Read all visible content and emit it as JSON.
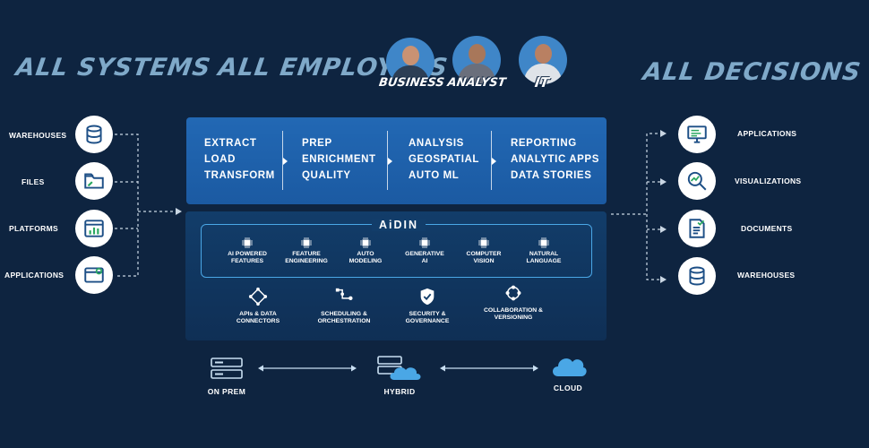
{
  "headings": {
    "systems": "ALL SYSTEMS",
    "employees": "ALL EMPLOYEES",
    "decisions": "ALL DECISIONS"
  },
  "personas": [
    {
      "label": "BUSINESS"
    },
    {
      "label": "ANALYST"
    },
    {
      "label": "IT"
    }
  ],
  "sources": [
    {
      "label": "WAREHOUSES",
      "icon": "database-icon"
    },
    {
      "label": "FILES",
      "icon": "folder-icon"
    },
    {
      "label": "PLATFORMS",
      "icon": "dashboard-window-icon"
    },
    {
      "label": "APPLICATIONS",
      "icon": "app-window-gear-icon"
    }
  ],
  "outputs": [
    {
      "label": "APPLICATIONS",
      "icon": "monitor-icon"
    },
    {
      "label": "VISUALIZATIONS",
      "icon": "magnifier-chart-icon"
    },
    {
      "label": "DOCUMENTS",
      "icon": "checklist-document-icon"
    },
    {
      "label": "WAREHOUSES",
      "icon": "database-icon"
    }
  ],
  "pipeline": [
    {
      "lines": [
        "EXTRACT",
        "LOAD",
        "TRANSFORM"
      ]
    },
    {
      "lines": [
        "PREP",
        "ENRICHMENT",
        "QUALITY"
      ]
    },
    {
      "lines": [
        "ANALYSIS",
        "GEOSPATIAL",
        "AUTO ML"
      ]
    },
    {
      "lines": [
        "REPORTING",
        "ANALYTIC APPS",
        "DATA STORIES"
      ]
    }
  ],
  "platform": {
    "name": "AiDIN",
    "features": [
      {
        "line1": "AI POWERED",
        "line2": "FEATURES"
      },
      {
        "line1": "FEATURE",
        "line2": "ENGINEERING"
      },
      {
        "line1": "AUTO",
        "line2": "MODELING"
      },
      {
        "line1": "GENERATIVE",
        "line2": "AI"
      },
      {
        "line1": "COMPUTER",
        "line2": "VISION"
      },
      {
        "line1": "NATURAL",
        "line2": "LANGUAGE"
      }
    ],
    "infrastructure": [
      {
        "line1": "APIs & DATA",
        "line2": "CONNECTORS",
        "icon": "network-nodes-icon"
      },
      {
        "line1": "SCHEDULING &",
        "line2": "ORCHESTRATION",
        "icon": "workflow-icon"
      },
      {
        "line1": "SECURITY &",
        "line2": "GOVERNANCE",
        "icon": "shield-check-icon"
      },
      {
        "line1": "COLLABORATION &",
        "line2": "VERSIONING",
        "icon": "cycle-nodes-icon"
      }
    ]
  },
  "deployment": [
    {
      "label": "ON PREM",
      "icon": "server-rack-icon"
    },
    {
      "label": "HYBRID",
      "icon": "server-cloud-icon"
    },
    {
      "label": "CLOUD",
      "icon": "cloud-icon"
    }
  ],
  "colors": {
    "background": "#0e2440",
    "heading": "#7fa9c9",
    "pipeline_panel": "#2268b4",
    "platform_panel": "#123d6a",
    "accent": "#4aa7e6",
    "icon": "#1d4f86"
  }
}
